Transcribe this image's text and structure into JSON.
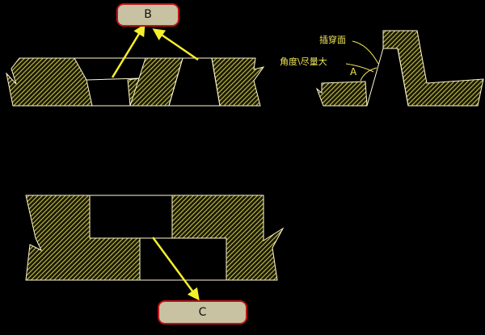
{
  "callouts": {
    "b": "B",
    "c": "C"
  },
  "notes": {
    "mating_face": "插穿面",
    "angle_hint": "角度\\尽量大",
    "point_a": "A"
  },
  "colors": {
    "background": "#000000",
    "outline": "#fff8d0",
    "hatch": "#c9c14a",
    "arrow": "#f5ee2b",
    "annotation_text": "#f2e85a",
    "callout_fill": "#c8c2a2",
    "callout_border": "#c0121a"
  }
}
